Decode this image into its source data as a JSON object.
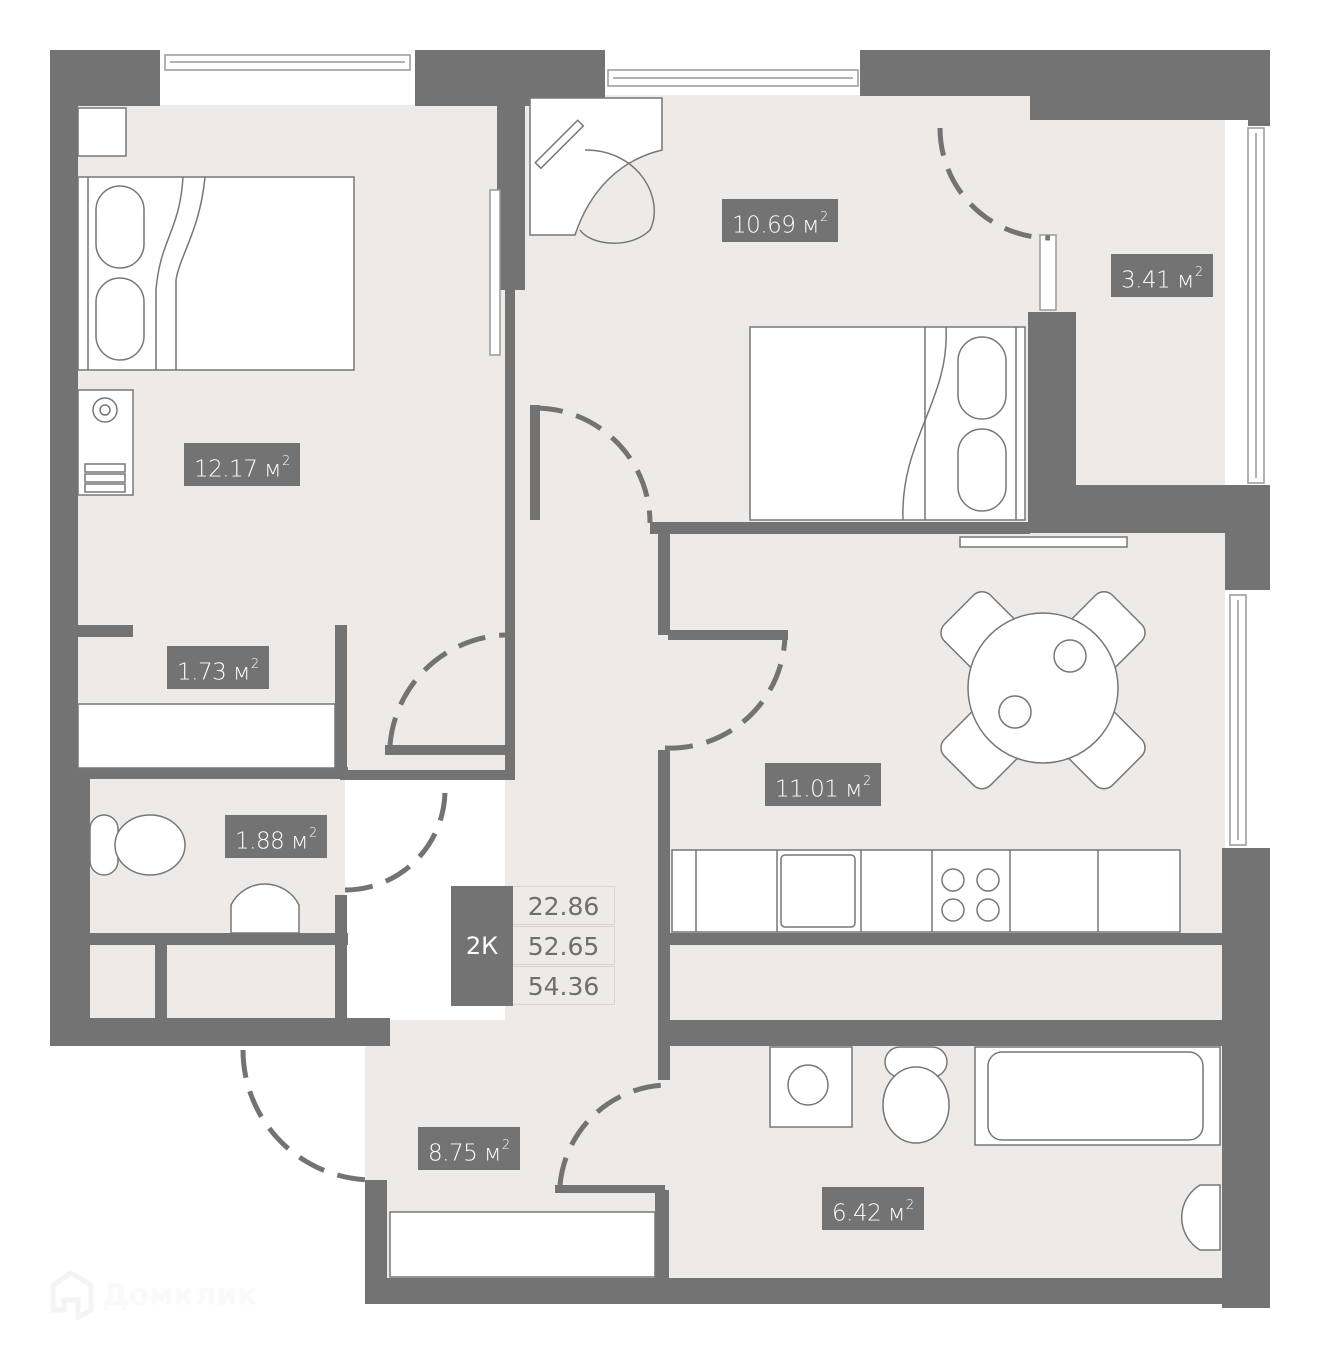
{
  "plan": {
    "type": "floor plan",
    "colors": {
      "wall": "#737373",
      "floor": "#eeeae8",
      "furniture": "#ffffff",
      "outline": "#777777",
      "label_bg": "#737373",
      "label_text": "#ffffff"
    },
    "rooms": [
      {
        "id": "bedroom-1",
        "area": "12.17",
        "unit": "м",
        "exp": "2"
      },
      {
        "id": "bedroom-2",
        "area": "10.69",
        "unit": "м",
        "exp": "2"
      },
      {
        "id": "balcony",
        "area": "3.41",
        "unit": "м",
        "exp": "2"
      },
      {
        "id": "wardrobe",
        "area": "1.73",
        "unit": "м",
        "exp": "2"
      },
      {
        "id": "kitchen",
        "area": "11.01",
        "unit": "м",
        "exp": "2"
      },
      {
        "id": "toilet",
        "area": "1.88",
        "unit": "м",
        "exp": "2"
      },
      {
        "id": "hallway",
        "area": "8.75",
        "unit": "м",
        "exp": "2"
      },
      {
        "id": "bathroom",
        "area": "6.42",
        "unit": "м",
        "exp": "2"
      }
    ],
    "summary": {
      "type": "2К",
      "living_area": "22.86",
      "total_area": "52.65",
      "total_with_balcony": "54.36"
    }
  },
  "watermark": {
    "text": "Домклик",
    "icon": "house-logo-icon"
  }
}
